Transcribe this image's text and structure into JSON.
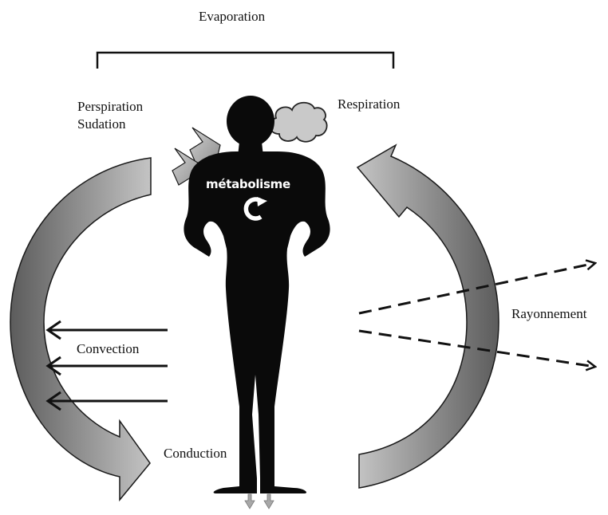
{
  "labels": {
    "evaporation": "Evaporation",
    "perspiration": "Perspiration",
    "sudation": "Sudation",
    "respiration": "Respiration",
    "metabolisme": "métabolisme",
    "convection": "Convection",
    "rayonnement": "Rayonnement",
    "conduction": "Conduction"
  },
  "colors": {
    "silhouette": "#0a0a0a",
    "arrow_fill_light": "#b5b5b5",
    "arrow_fill_dark": "#6b6b6b",
    "arrow_stroke": "#1a1a1a",
    "line": "#111111"
  }
}
